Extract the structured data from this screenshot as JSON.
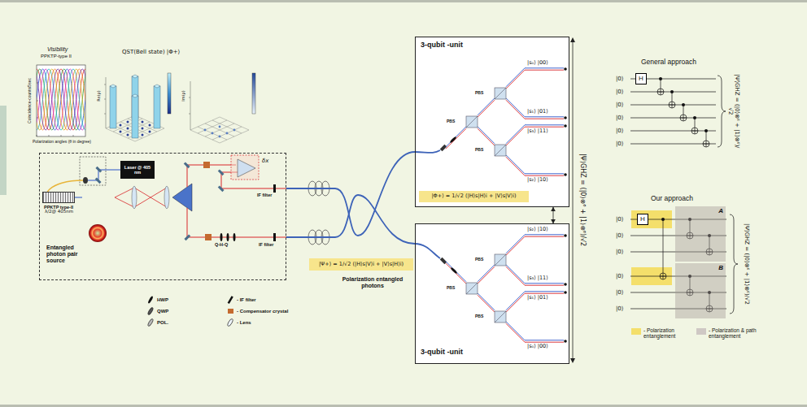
{
  "diagram": {
    "nodes": [
      {
        "text": [
          "Entangled photon pair source"
        ]
      },
      {
        "text": [
          "Laser @ 405 nm"
        ],
        "in": 0
      },
      {
        "text": [
          "PPKTP type-II"
        ],
        "in": 0
      },
      {
        "text": [
          "|Ψ+⟩ = 1/√2 (|H⟩s|V⟩i + |V⟩s|H⟩i)"
        ]
      },
      {
        "text": [
          "3-qubit -unit"
        ]
      },
      {
        "text": [
          "|Φ+⟩ = 1/√2 (|H⟩s|H⟩i + |V⟩s|V⟩i)"
        ],
        "in": 4
      },
      {
        "text": [
          "3-qubit -unit"
        ]
      },
      {
        "text": [
          "H"
        ]
      },
      {
        "text": [
          "H"
        ]
      },
      {
        "text": [
          "A"
        ]
      },
      {
        "text": [
          "B"
        ]
      }
    ],
    "edges": [
      {
        "from": 0,
        "to": 4,
        "arrow": "none"
      },
      {
        "from": 0,
        "to": 6,
        "arrow": "none"
      },
      {
        "from": 4,
        "to": 6,
        "arrow": "both"
      }
    ],
    "labels": [
      "Visibility",
      "PPKTP-type II",
      "Coincidence-counts/5sec",
      "Polarization angles (θ in degree)",
      "QST(Bell state) |Φ+⟩",
      "Re(ρ)",
      "Im(ρ)",
      "δx",
      "λ/2@ 405nm",
      "IF filter",
      "IF filter",
      "Q-H-Q",
      "Polarization entangled photons",
      "|s₀⟩ |00⟩",
      "|s₁⟩ |01⟩",
      "|s₃⟩ |11⟩",
      "|s₂⟩ |10⟩",
      "PBS",
      "PBS",
      "PBS",
      "|s₂⟩ |10⟩",
      "|s₃⟩ |11⟩",
      "|s₁⟩ |01⟩",
      "|s₀⟩ |00⟩",
      "PBS",
      "PBS",
      "PBS",
      "|Ψ⟩GHZ = (|0⟩⊗⁶ + |1⟩⊗⁶)/√2",
      "General approach",
      "|0⟩",
      "|0⟩",
      "|0⟩",
      "|0⟩",
      "|0⟩",
      "|0⟩",
      "|Ψ⟩GHZ = (|0⟩⊗⁶ + |1⟩⊗⁶)/√2",
      "Our approach",
      "|0⟩",
      "|0⟩",
      "|0⟩",
      "|0⟩",
      "|0⟩",
      "|0⟩",
      "|Ψ⟩GHZ = (|0⟩⊗⁶ + |1⟩⊗⁶)/√2"
    ],
    "legend": [
      {
        "text": "HWP"
      },
      {
        "text": "- IF filter"
      },
      {
        "text": "QWP"
      },
      {
        "text": "- Compensator crystal",
        "color": "#c46a2f"
      },
      {
        "text": "POL."
      },
      {
        "text": "- Lens"
      },
      {
        "text": "- Polarization entanglement",
        "color": "#f4df6b"
      },
      {
        "text": "- Polarization & path entanglement",
        "color": "#cfc8c4"
      }
    ]
  }
}
